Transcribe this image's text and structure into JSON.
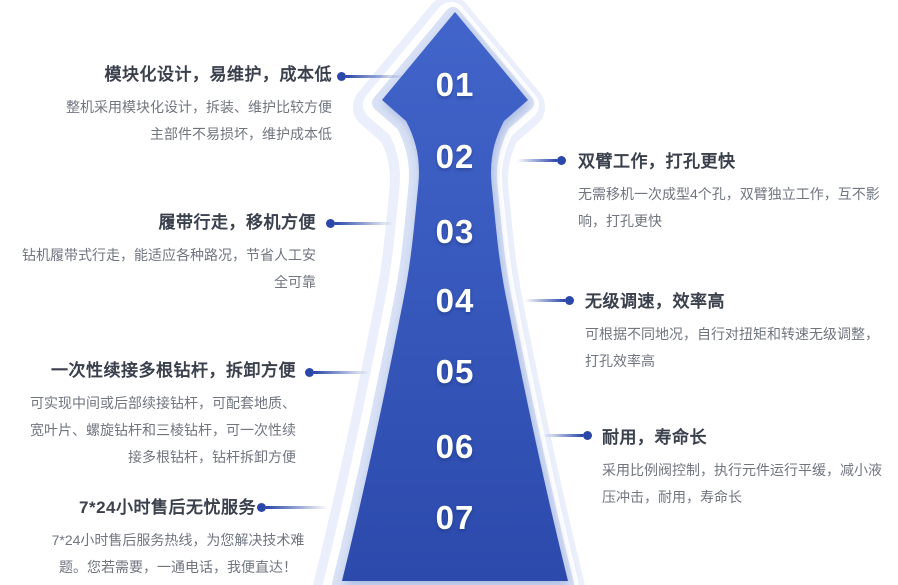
{
  "page": {
    "background": "#ffffff"
  },
  "arrow": {
    "direction": "up",
    "colors": {
      "body_top": "#4265cb",
      "body_bottom": "#2c4aac",
      "echo_inner": "#d9e2f5",
      "echo_outer": "#eaeffb",
      "number_text": "#ffffff"
    }
  },
  "connector": {
    "dot_color": "#2a47a9"
  },
  "text_colors": {
    "title": "#3a414d",
    "description": "#70757f"
  },
  "features": [
    {
      "number": "01",
      "side": "left",
      "title": "模块化设计，易维护，成本低",
      "desc": "整机采用模块化设计，拆装、维护比较方便\n主部件不易损坏，维护成本低"
    },
    {
      "number": "02",
      "side": "right",
      "title": "双臂工作，打孔更快",
      "desc": "无需移机一次成型4个孔，双臂独立工作，互不影\n响，打孔更快"
    },
    {
      "number": "03",
      "side": "left",
      "title": "履带行走，移机方便",
      "desc": "钻机履带式行走，能适应各种路况，节省人工安\n全可靠"
    },
    {
      "number": "04",
      "side": "right",
      "title": "无级调速，效率高",
      "desc": "可根据不同地况，自行对扭矩和转速无级调整，\n打孔效率高"
    },
    {
      "number": "05",
      "side": "left",
      "title": "一次性续接多根钻杆，拆卸方便",
      "desc": "可实现中间或后部续接钻杆，可配套地质、\n宽叶片、螺旋钻杆和三棱钻杆，可一次性续\n接多根钻杆，钻杆拆卸方便"
    },
    {
      "number": "06",
      "side": "right",
      "title": "耐用，寿命长",
      "desc": "采用比例阀控制，执行元件运行平缓，减小液\n压冲击，耐用，寿命长"
    },
    {
      "number": "07",
      "side": "left",
      "title": "7*24小时售后无忧服务",
      "desc": "7*24小时售后服务热线，为您解决技术难\n题。您若需要，一通电话，我便直达！"
    }
  ]
}
